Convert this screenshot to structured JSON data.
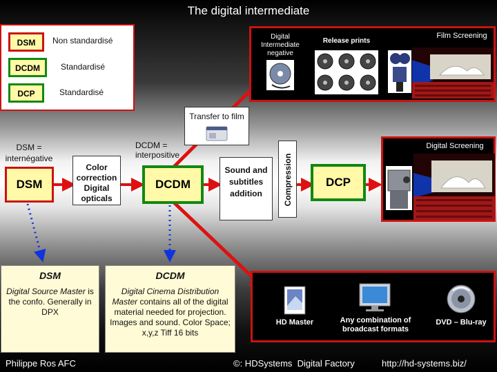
{
  "title": "The digital intermediate",
  "legend": [
    {
      "tag": "DSM",
      "text": "Non standardisé"
    },
    {
      "tag": "DCDM",
      "text": "Standardisé"
    },
    {
      "tag": "DCP",
      "text": "Standardisé"
    }
  ],
  "flow": {
    "dsm_caption": "DSM = internégative",
    "dsm": "DSM",
    "color_correction": "Color correction Digital opticals",
    "dcdm_caption": "DCDM = interpositive",
    "dcdm": "DCDM",
    "sound": "Sound and subtitles addition",
    "compression": "Compression",
    "dcp": "DCP",
    "transfer": "Transfer to film"
  },
  "film_panel": {
    "negative": "Digital Intermediate negative",
    "release": "Release prints",
    "screening": "Film Screening"
  },
  "digital_panel": {
    "screening": "Digital Screening"
  },
  "bottom_panel": {
    "hd_master": "HD Master",
    "broadcast": "Any combination of broadcast formats",
    "dvd": "DVD – Blu-ray"
  },
  "notes": {
    "dsm_title": "DSM",
    "dsm_italic": "Digital Source Master",
    "dsm_rest": " is the confo. Generally in DPX",
    "dcdm_title": "DCDM",
    "dcdm_italic": "Digital Cinema Distribution Master",
    "dcdm_rest": " contains all of the digital material needed for projection. Images and sound. Color Space; x,y,z Tiff 16 bits"
  },
  "footer": {
    "author": "Philippe Ros AFC",
    "copyright": "©: HDSystems  Digital Factory",
    "url": "http://hd-systems.biz/"
  },
  "colors": {
    "red": "#cc1111",
    "green": "#118811",
    "yellow": "#fff9a8",
    "blue": "#1133dd"
  }
}
